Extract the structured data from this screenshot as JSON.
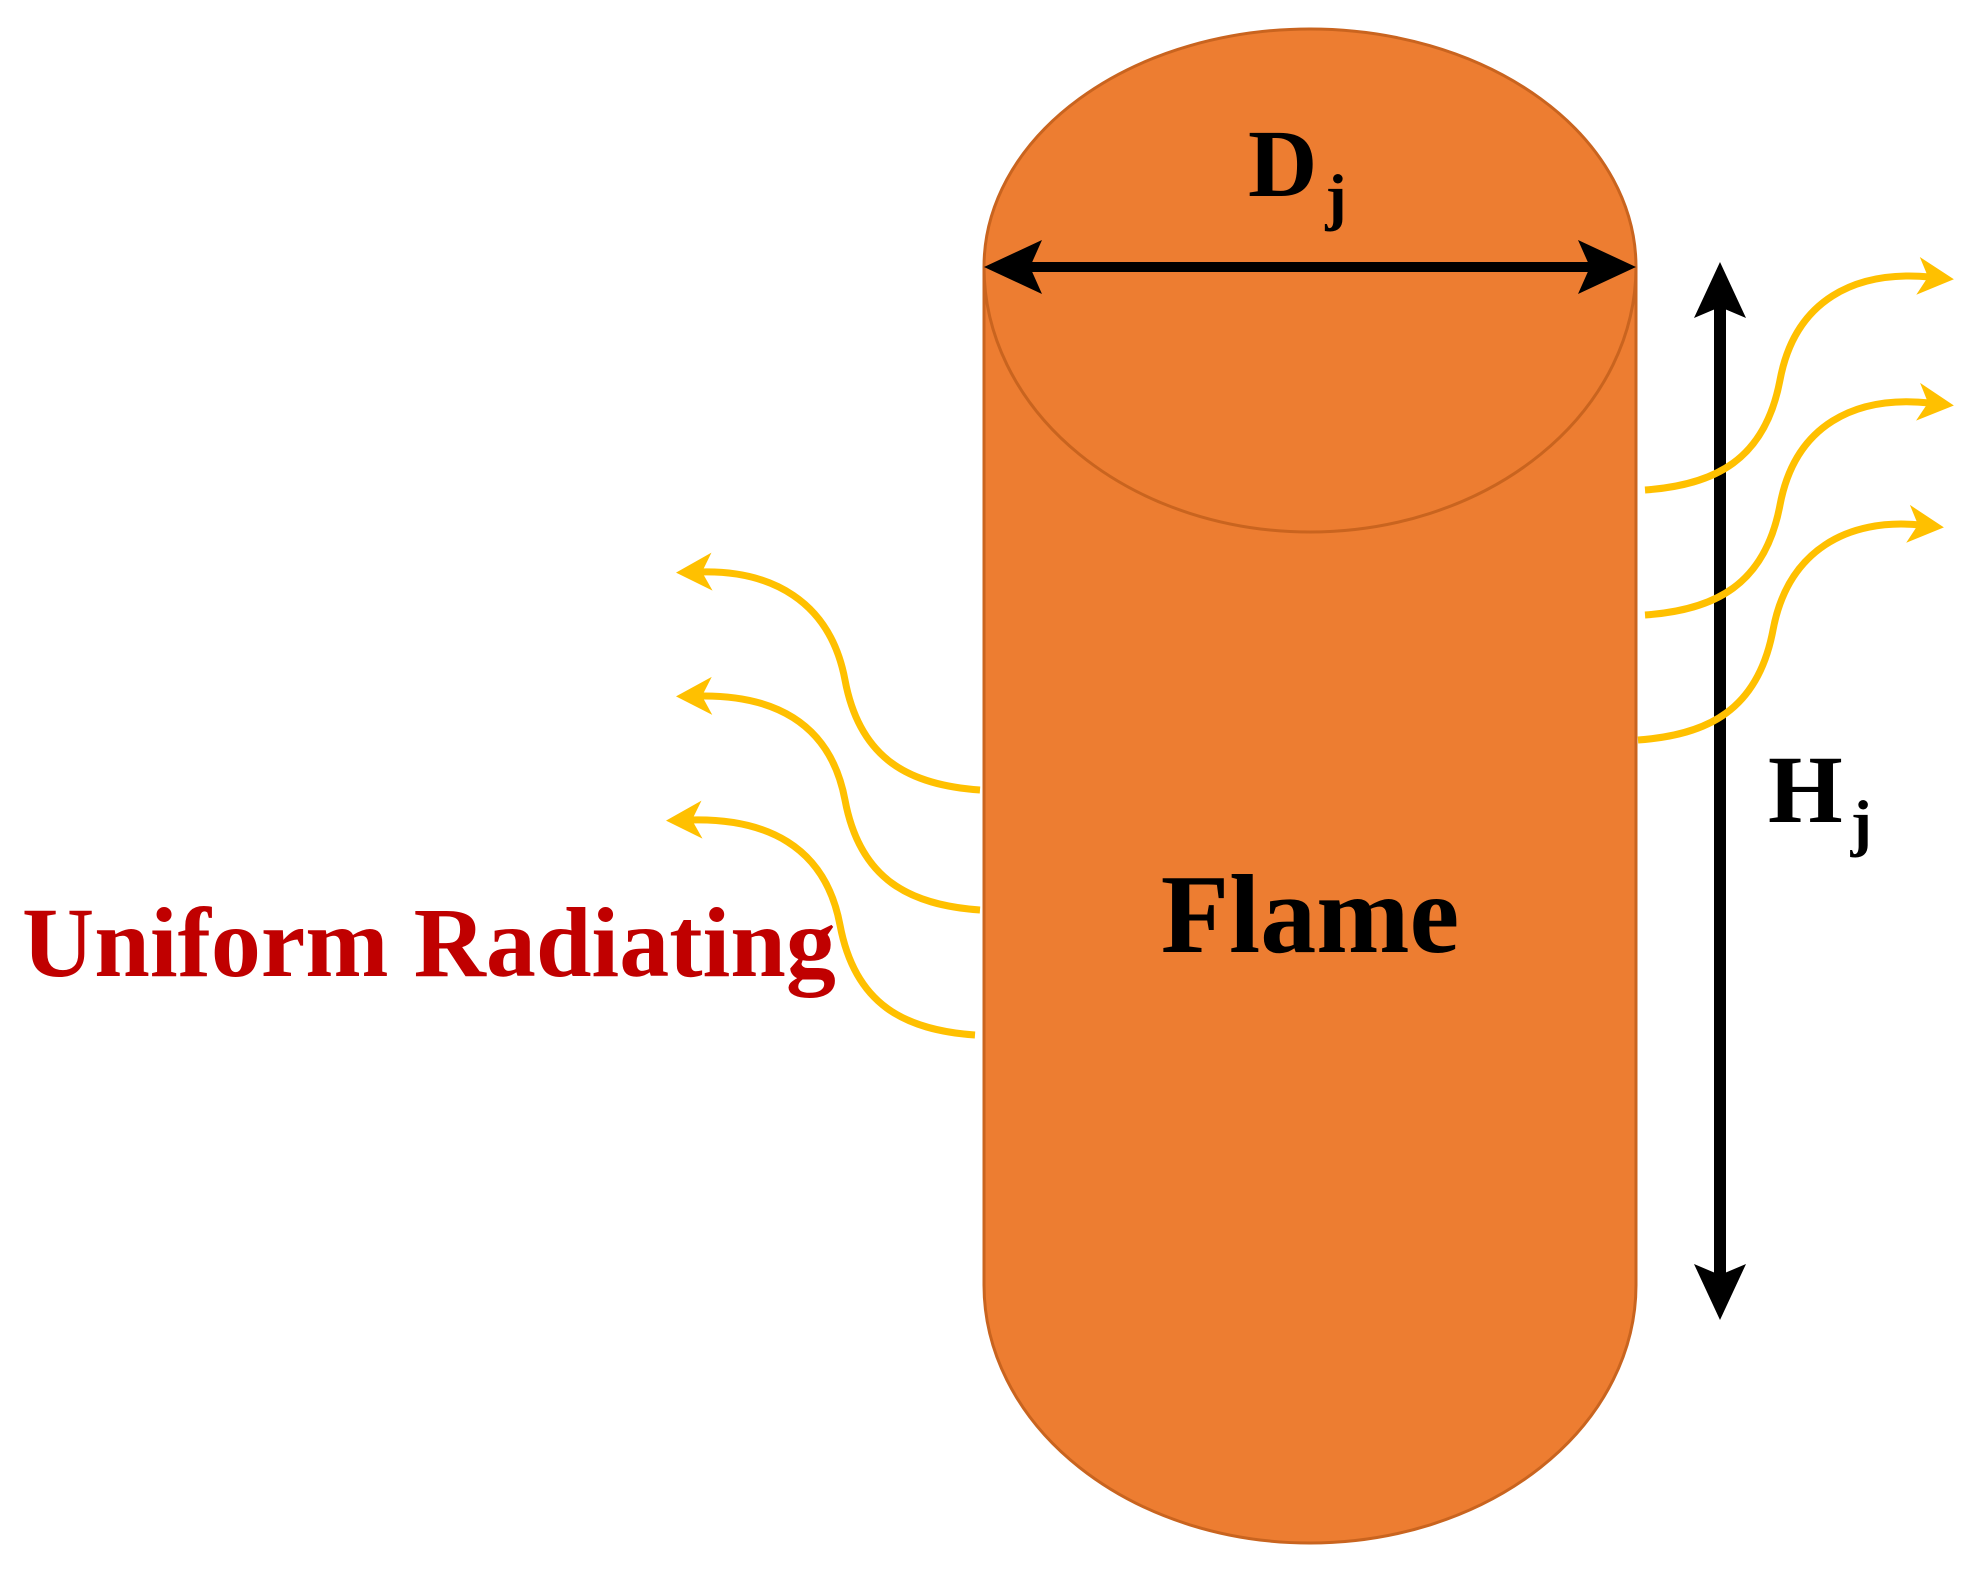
{
  "colors": {
    "flame_fill": "#ED7D31",
    "flame_edge": "#C9641F",
    "radiation_arrow": "#FFC000",
    "dimension_arrow": "#000000",
    "label_text": "#000000",
    "radiating_text": "#C00000"
  },
  "labels": {
    "flame": "Flame",
    "diameter_main": "D",
    "diameter_sub": "j",
    "height_main": "H",
    "height_sub": "j",
    "uniform_radiating": "Uniform Radiating"
  }
}
